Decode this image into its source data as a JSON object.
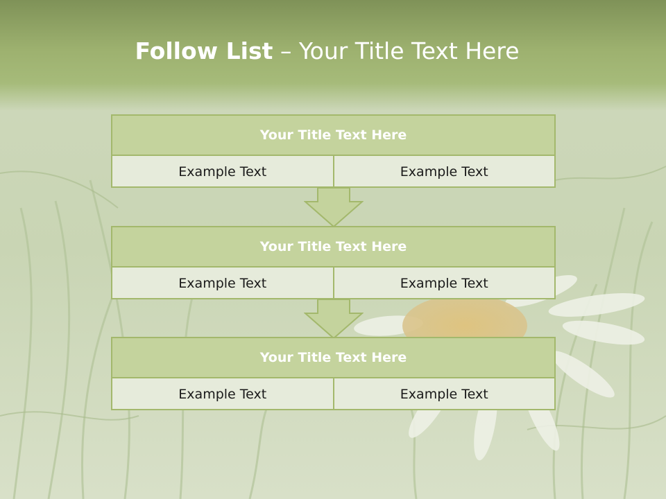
{
  "slide": {
    "title_bold": "Follow List",
    "title_rest": "– Your Title Text Here"
  },
  "blocks": [
    {
      "title": "Your Title Text Here",
      "left": "Example Text",
      "right": "Example Text"
    },
    {
      "title": "Your Title Text Here",
      "left": "Example Text",
      "right": "Example Text"
    },
    {
      "title": "Your Title Text Here",
      "left": "Example Text",
      "right": "Example Text"
    }
  ],
  "colors": {
    "header": "#9db16f",
    "box_head": "#c4d39d",
    "box_border": "#a3b86c",
    "box_body": "#e6ebdb",
    "arrow_fill": "#c4d39d"
  }
}
